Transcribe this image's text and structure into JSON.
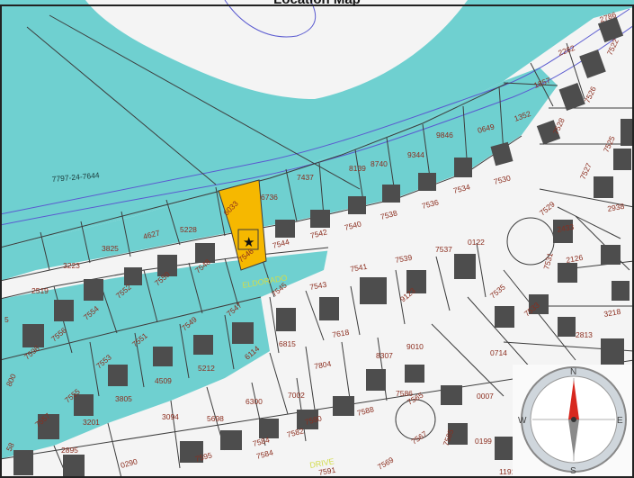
{
  "map": {
    "title": "Location Map",
    "colors": {
      "water": "#6fd0d0",
      "land": "#f4f4f4",
      "subject_parcel": "#f6b800",
      "building": "#4d4d4d",
      "parcel_line": "#3d3d3d",
      "label": "#8b2d1e",
      "road_label": "#d2dc4a",
      "contour": "#5a5ad0"
    },
    "road_labels": [
      "ELDORADO",
      "DRIVE"
    ],
    "parcel_labels": [
      "2786",
      "2262",
      "1857",
      "1352",
      "0649",
      "9846",
      "9344",
      "8740",
      "8139",
      "7437",
      "6736",
      "6033",
      "5228",
      "4627",
      "3825",
      "3223",
      "2519",
      "7797-24-7644",
      "7522",
      "7526",
      "7528",
      "7530",
      "7534",
      "7536",
      "7538",
      "7540",
      "7542",
      "7544",
      "7546",
      "7548",
      "7550",
      "7552",
      "7554",
      "7556",
      "7525",
      "7527",
      "7529",
      "2433",
      "2938",
      "2126",
      "3218",
      "2813",
      "7531",
      "7533",
      "7535",
      "7537",
      "0122",
      "7539",
      "7541",
      "7543",
      "7545",
      "9123",
      "7618",
      "9010",
      "8307",
      "7804",
      "6815",
      "7547",
      "7549",
      "7551",
      "7553",
      "7555",
      "7557",
      "6114",
      "5212",
      "4509",
      "3805",
      "3201",
      "2895",
      "3094",
      "5698",
      "6300",
      "7002",
      "7586",
      "7590",
      "7588",
      "7584",
      "7582",
      "7595",
      "7567",
      "7569",
      "7591",
      "7565",
      "0714",
      "0007",
      "0199",
      "1191",
      "7585",
      "7584",
      "0290",
      "5",
      "7596",
      "800",
      "58"
    ],
    "compass": {
      "north": "N",
      "south": "S",
      "east": "E",
      "west": "W"
    }
  }
}
